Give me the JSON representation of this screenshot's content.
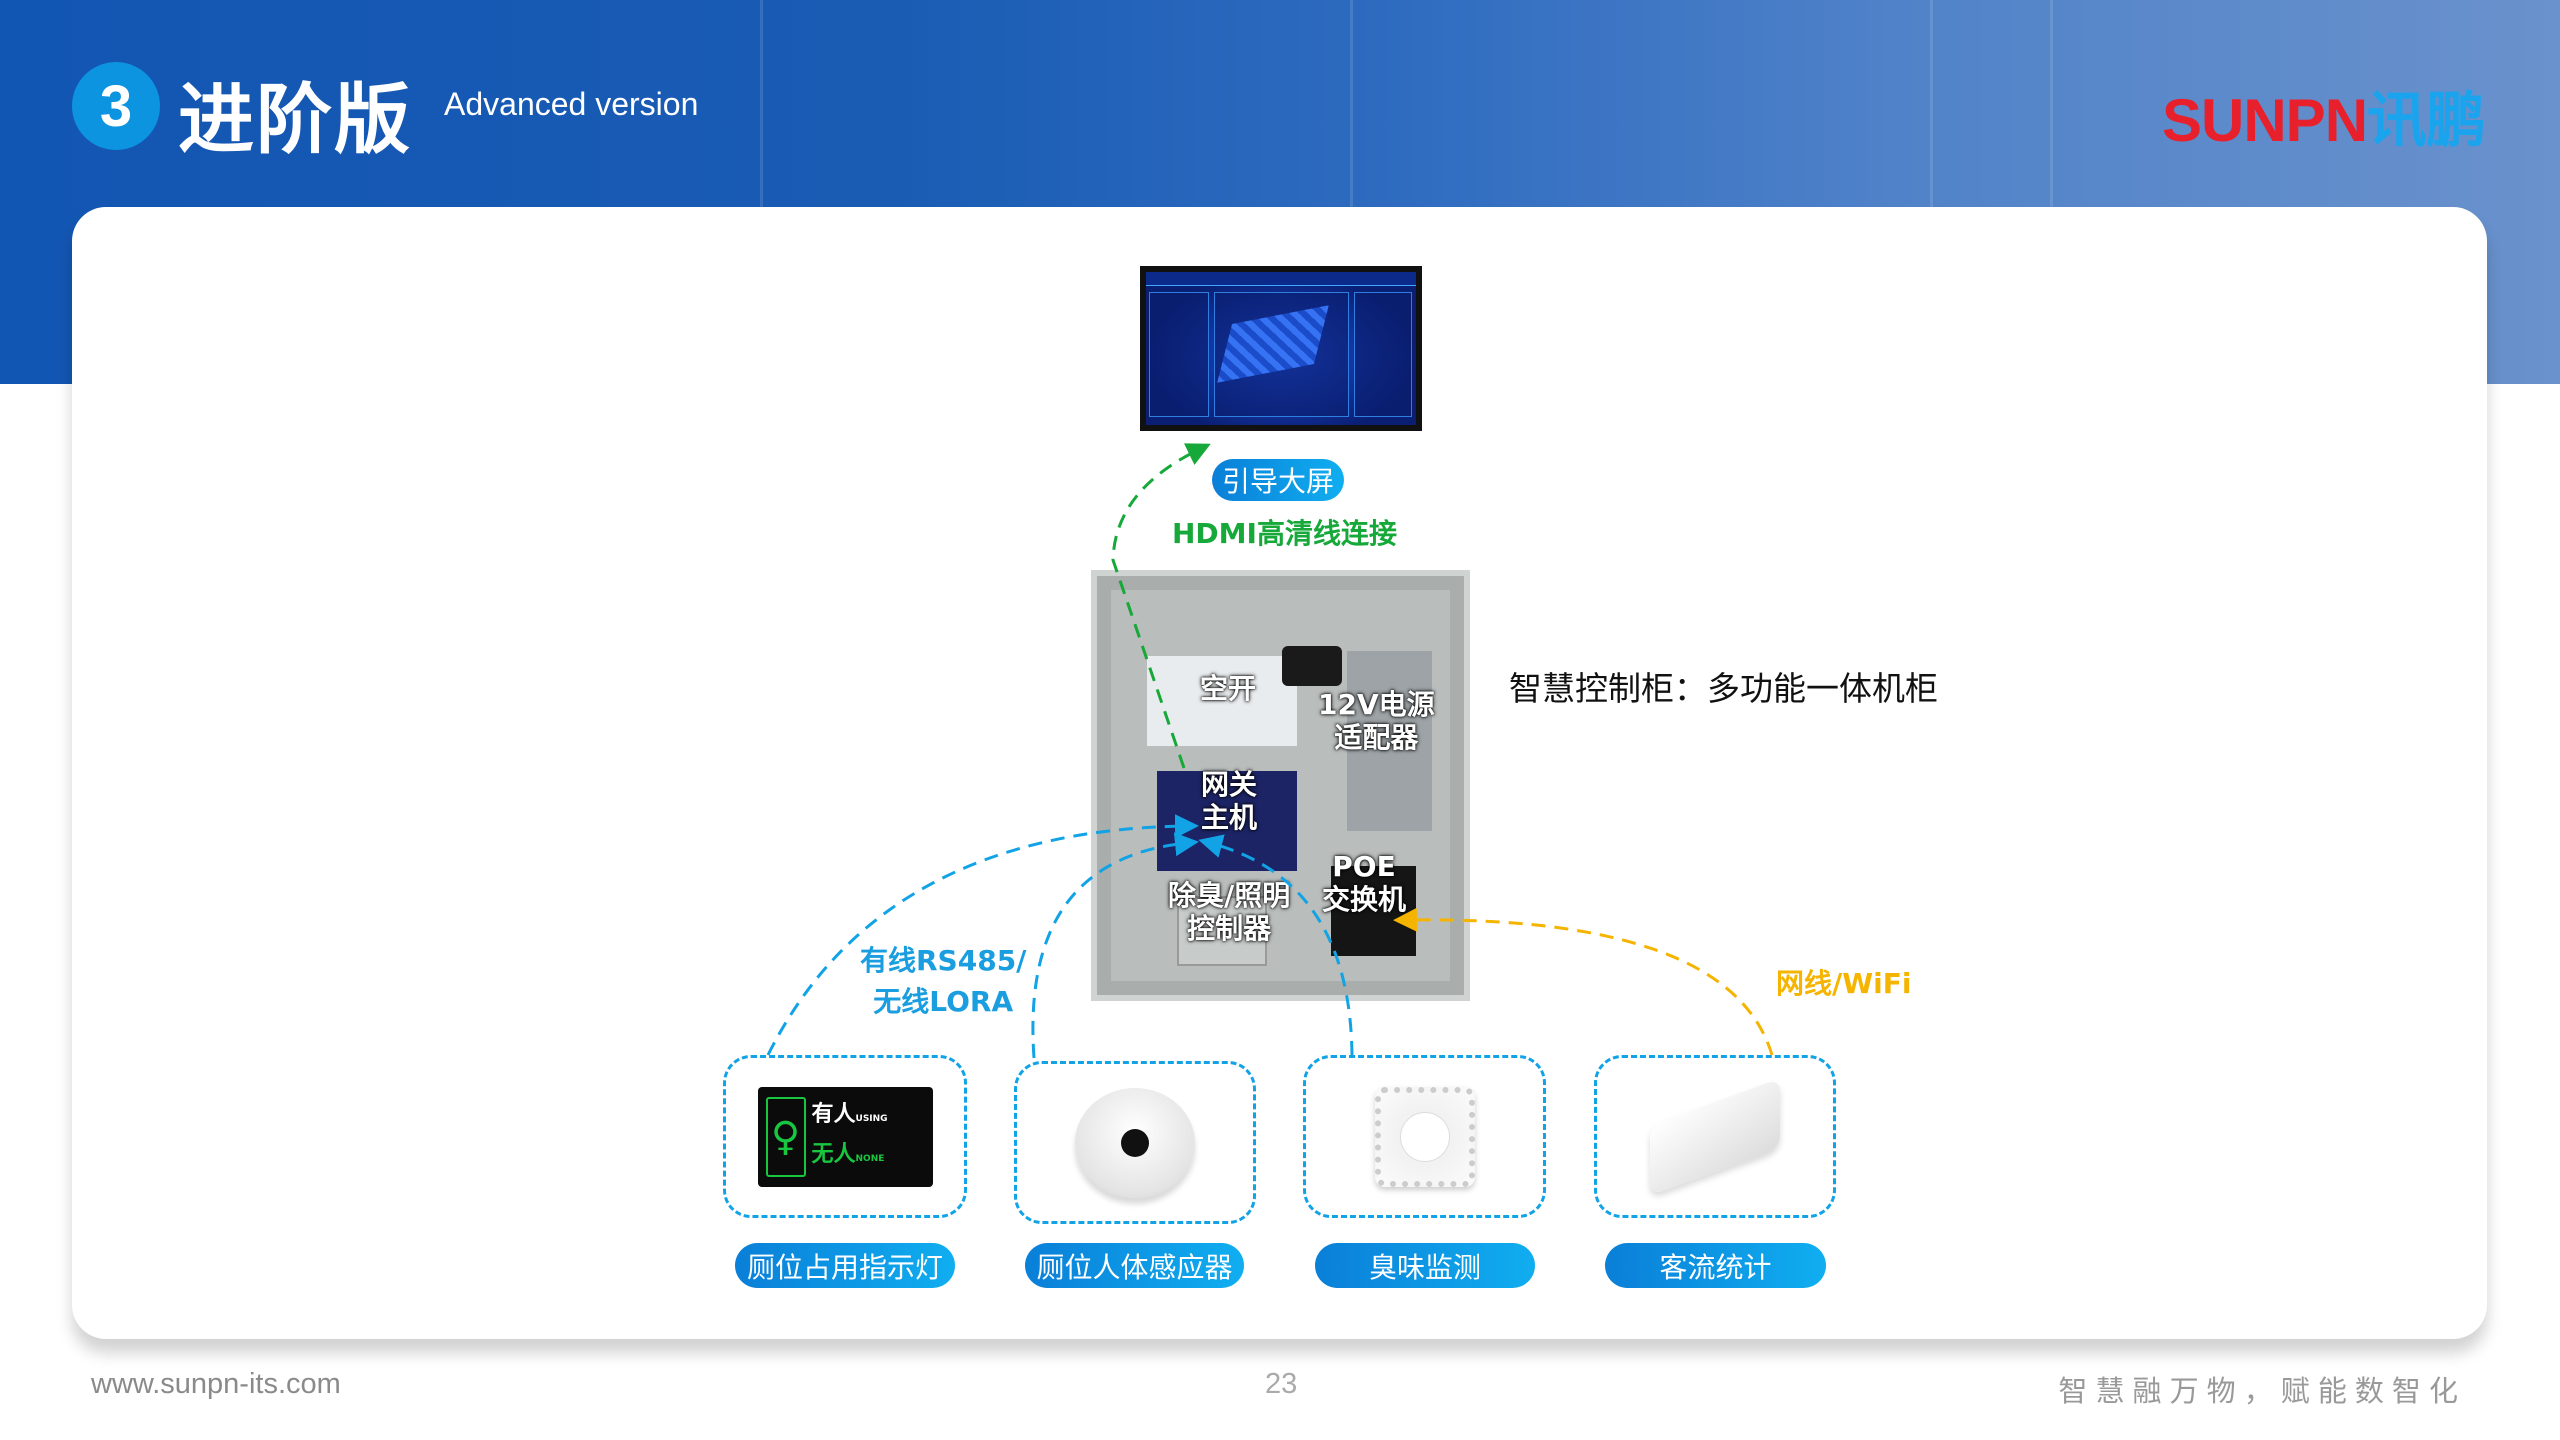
{
  "header": {
    "section_number": "3",
    "title": "进阶版",
    "subtitle": "Advanced version",
    "logo_en": "SUNPN",
    "logo_cn": "讯鹏"
  },
  "diagram": {
    "display": {
      "label": "引导大屏",
      "connection": "HDMI高清线连接"
    },
    "cabinet": {
      "description": "智慧控制柜：多功能一体机柜",
      "parts": {
        "breaker": "空开",
        "power": "12V电源\n适配器",
        "gateway": "网关\n主机",
        "controller": "除臭/照明\n控制器",
        "poe": "POE\n交换机"
      }
    },
    "wired_label": "有线RS485/\n无线LORA",
    "network_label": "网线/WiFi",
    "devices": [
      {
        "label": "厕位占用指示灯",
        "sign": {
          "occupied": "有人",
          "occupied_en": "USING",
          "vacant": "无人",
          "vacant_en": "NONE"
        }
      },
      {
        "label": "厕位人体感应器"
      },
      {
        "label": "臭味监测"
      },
      {
        "label": "客流统计"
      }
    ],
    "colors": {
      "hdmi": "#17a83a",
      "wired": "#11a3e6",
      "network": "#f5b400"
    }
  },
  "footer": {
    "website": "www.sunpn-its.com",
    "page": "23",
    "slogan": "智 慧 融 万 物 ， 赋 能 数 智 化"
  }
}
